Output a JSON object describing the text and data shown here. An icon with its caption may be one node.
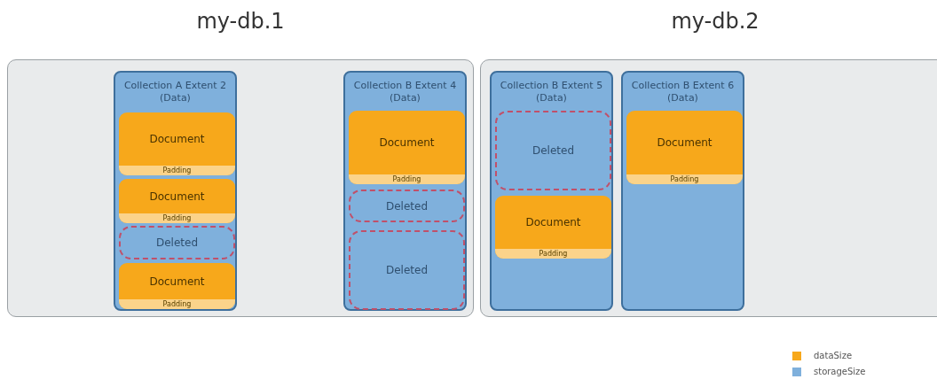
{
  "diagram": {
    "nodes": [
      {
        "text": [
          "my-db.1"
        ]
      },
      {
        "text": [
          "Collection A Extent 2 (Data)"
        ],
        "in": 0
      },
      {
        "text": [
          "Document",
          "Padding"
        ],
        "in": 1
      },
      {
        "text": [
          "Document",
          "Padding"
        ],
        "in": 1
      },
      {
        "text": [
          "Deleted"
        ],
        "in": 1
      },
      {
        "text": [
          "Document",
          "Padding"
        ],
        "in": 1
      },
      {
        "text": [
          "Collection B Extent 4 (Data)"
        ],
        "in": 0
      },
      {
        "text": [
          "Document",
          "Padding"
        ],
        "in": 6
      },
      {
        "text": [
          "Deleted"
        ],
        "in": 6
      },
      {
        "text": [
          "Deleted"
        ],
        "in": 6
      },
      {
        "text": [
          "my-db.2"
        ]
      },
      {
        "text": [
          "Collection B Extent 5 (Data)"
        ],
        "in": 10
      },
      {
        "text": [
          "Deleted"
        ],
        "in": 11
      },
      {
        "text": [
          "Document",
          "Padding"
        ],
        "in": 11
      },
      {
        "text": [
          "Collection B Extent 6 (Data)"
        ],
        "in": 10
      },
      {
        "text": [
          "Document",
          "Padding"
        ],
        "in": 14
      }
    ],
    "legend": [
      {
        "text": "dataSize",
        "color": "#f7a81b"
      },
      {
        "text": "storageSize",
        "color": "#7fb0dc"
      }
    ]
  }
}
